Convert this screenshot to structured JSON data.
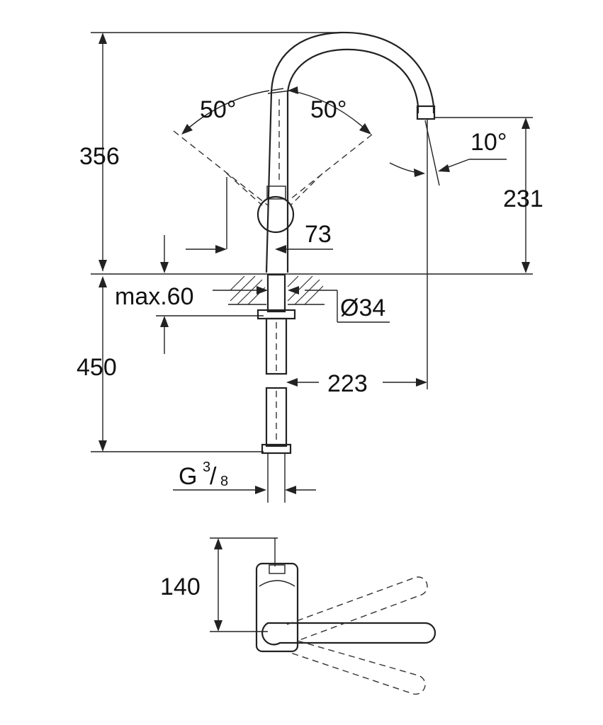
{
  "dimensions": {
    "height_total": "356",
    "angle_left": "50°",
    "angle_right": "50°",
    "spout_angle": "10°",
    "spout_height": "231",
    "lever_offset": "73",
    "max_thickness": "max.60",
    "hole_diameter": "Ø34",
    "hose_length": "450",
    "spout_reach": "223",
    "thread_G": "G",
    "thread_num": "3",
    "thread_den": "8",
    "top_depth": "140"
  },
  "colors": {
    "line": "#222222",
    "background": "#ffffff"
  }
}
